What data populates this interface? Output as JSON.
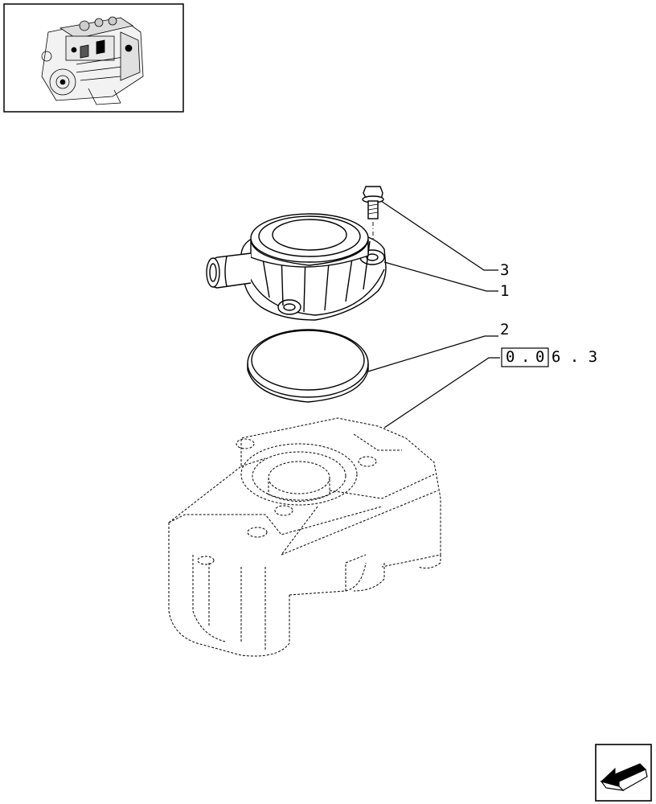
{
  "thumbnail": {
    "alt": "engine-overview",
    "icon": "engine-icon"
  },
  "callouts": [
    {
      "id": "bolt",
      "label": "3"
    },
    {
      "id": "cover",
      "label": "1"
    },
    {
      "id": "gasket",
      "label": "2"
    }
  ],
  "reference": {
    "boxed_part1": "0",
    "dot1": ".",
    "boxed_part2": "0",
    "tail": "6 . 3"
  },
  "nav": {
    "icon": "back-arrow-icon"
  }
}
